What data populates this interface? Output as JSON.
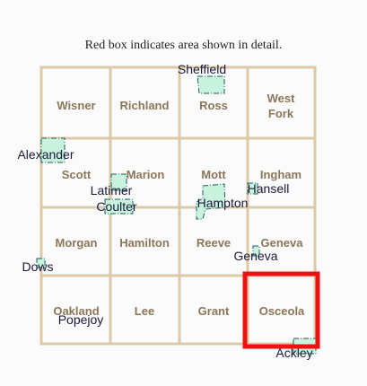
{
  "caption": "Red box indicates area shown in detail.",
  "townships": [
    {
      "id": "wisner",
      "lines": [
        "Wisner"
      ]
    },
    {
      "id": "richland",
      "lines": [
        "Richland"
      ]
    },
    {
      "id": "ross",
      "lines": [
        "Ross"
      ]
    },
    {
      "id": "west-fork",
      "lines": [
        "West",
        "Fork"
      ]
    },
    {
      "id": "scott",
      "lines": [
        "Scott"
      ]
    },
    {
      "id": "marion",
      "lines": [
        "Marion"
      ]
    },
    {
      "id": "mott",
      "lines": [
        "Mott"
      ]
    },
    {
      "id": "ingham",
      "lines": [
        "Ingham"
      ]
    },
    {
      "id": "morgan",
      "lines": [
        "Morgan"
      ]
    },
    {
      "id": "hamilton",
      "lines": [
        "Hamilton"
      ]
    },
    {
      "id": "reeve",
      "lines": [
        "Reeve"
      ]
    },
    {
      "id": "geneva",
      "lines": [
        "Geneva"
      ]
    },
    {
      "id": "oakland",
      "lines": [
        "Oakland"
      ]
    },
    {
      "id": "lee",
      "lines": [
        "Lee"
      ]
    },
    {
      "id": "grant",
      "lines": [
        "Grant"
      ]
    },
    {
      "id": "osceola",
      "lines": [
        "Osceola"
      ]
    }
  ],
  "cities": {
    "sheffield": "Sheffield",
    "alexander": "Alexander",
    "latimer": "Latimer",
    "coulter": "Coulter",
    "hansell": "Hansell",
    "hampton": "Hampton",
    "geneva": "Geneva",
    "dows": "Dows",
    "popejoy": "Popejoy",
    "ackley": "Ackley"
  },
  "colors": {
    "grid": "#ddc9a8",
    "township_label": "#8b7659",
    "city_fill": "#c9f3df",
    "city_outline": "#1b5e5b",
    "highlight": "#ee1111"
  },
  "highlight_township": "osceola"
}
